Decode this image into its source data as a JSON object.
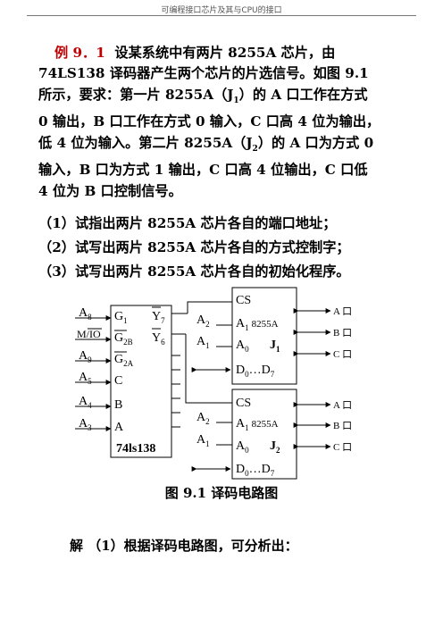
{
  "header": {
    "title": "可编程接口芯片及其与CPU的接口"
  },
  "example": {
    "label": "例 9．1",
    "lines": [
      "设某系统中有两片 8255A 芯片，由",
      "74LS138 译码器产生两个芯片的片选信号。如图 9.1",
      "所示，要求：第一片 8255A（J",
      "）的 A 口工作在方式",
      "0 输出，B 口工作在方式 0 输入，C 口高 4 位为输出，",
      "低 4 位为输入。第二片 8255A（J",
      "）的 A 口为方式 0",
      "输入，B 口为方式 1 输出，C 口高 4 位输出，C 口低",
      "4 位为 B 口控制信号。"
    ],
    "sub1": "1",
    "sub2": "2"
  },
  "questions": [
    "（1）试指出两片 8255A 芯片各自的端口地址；",
    "（2）试写出两片 8255A 芯片各自的方式控制字；",
    "（3）试写出两片 8255A 芯片各自的初始化程序。"
  ],
  "circuit": {
    "decoder": {
      "name": "74ls138",
      "pins_left": [
        "G",
        "G",
        "G",
        "C",
        "B",
        "A"
      ],
      "pin_subs": [
        "1",
        "2B",
        "2A"
      ],
      "pins_right": [
        "Y",
        "Y"
      ],
      "pins_right_subs": [
        "7",
        "6"
      ]
    },
    "signals_left": [
      "A",
      "M/IO",
      "A",
      "A",
      "A",
      "A"
    ],
    "signals_left_subs": [
      "8",
      "",
      "9",
      "5",
      "4",
      "3"
    ],
    "chip1": {
      "cs": "CS",
      "a1": "A",
      "a1sub": "1",
      "name": "8255A",
      "a0": "A",
      "a0sub": "0",
      "id": "J",
      "idsub": "1",
      "data": "D",
      "datasub0": "0",
      "dots": "…",
      "datasub7": "7",
      "ext_a2": "A",
      "ext_a2sub": "2",
      "ext_a1": "A",
      "ext_a1sub": "1"
    },
    "chip2": {
      "cs": "CS",
      "a1": "A",
      "a1sub": "1",
      "name": "8255A",
      "a0": "A",
      "a0sub": "0",
      "id": "J",
      "idsub": "2",
      "data": "D",
      "datasub0": "0",
      "dots": "…",
      "datasub7": "7",
      "ext_a2": "A",
      "ext_a2sub": "2",
      "ext_a1": "A",
      "ext_a1sub": "1"
    },
    "ports": [
      "A 口",
      "B 口",
      "C 口"
    ]
  },
  "caption": "图 9.1  译码电路图",
  "solution": "解  （1）根据译码电路图，可分析出："
}
